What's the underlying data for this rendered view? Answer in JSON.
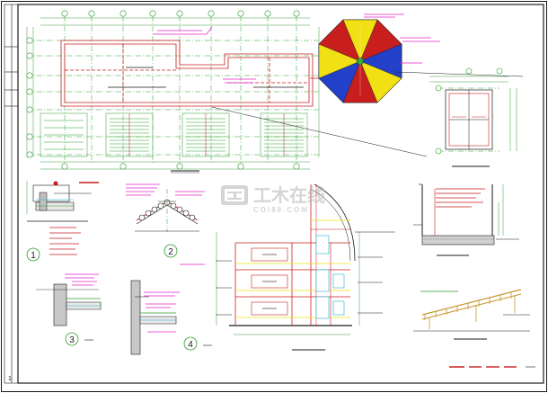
{
  "colors": {
    "border": "#1a1a1a",
    "grid_green": "#2e9e2e",
    "dim_green": "#3c9a3c",
    "wall_red": "#c81e1e",
    "note_magenta": "#e020c8",
    "blue": "#2340c8",
    "yellow": "#f0e014",
    "gold": "#c89832",
    "cyan": "#20b0d0",
    "watermark": "#b4b4b4"
  },
  "watermark": {
    "text": "工木在线",
    "sub": "COI88.COM"
  },
  "callouts": {
    "c1": "1",
    "c2": "2",
    "c3": "3",
    "c4": "4"
  },
  "sheet": {
    "page_number": "1"
  }
}
